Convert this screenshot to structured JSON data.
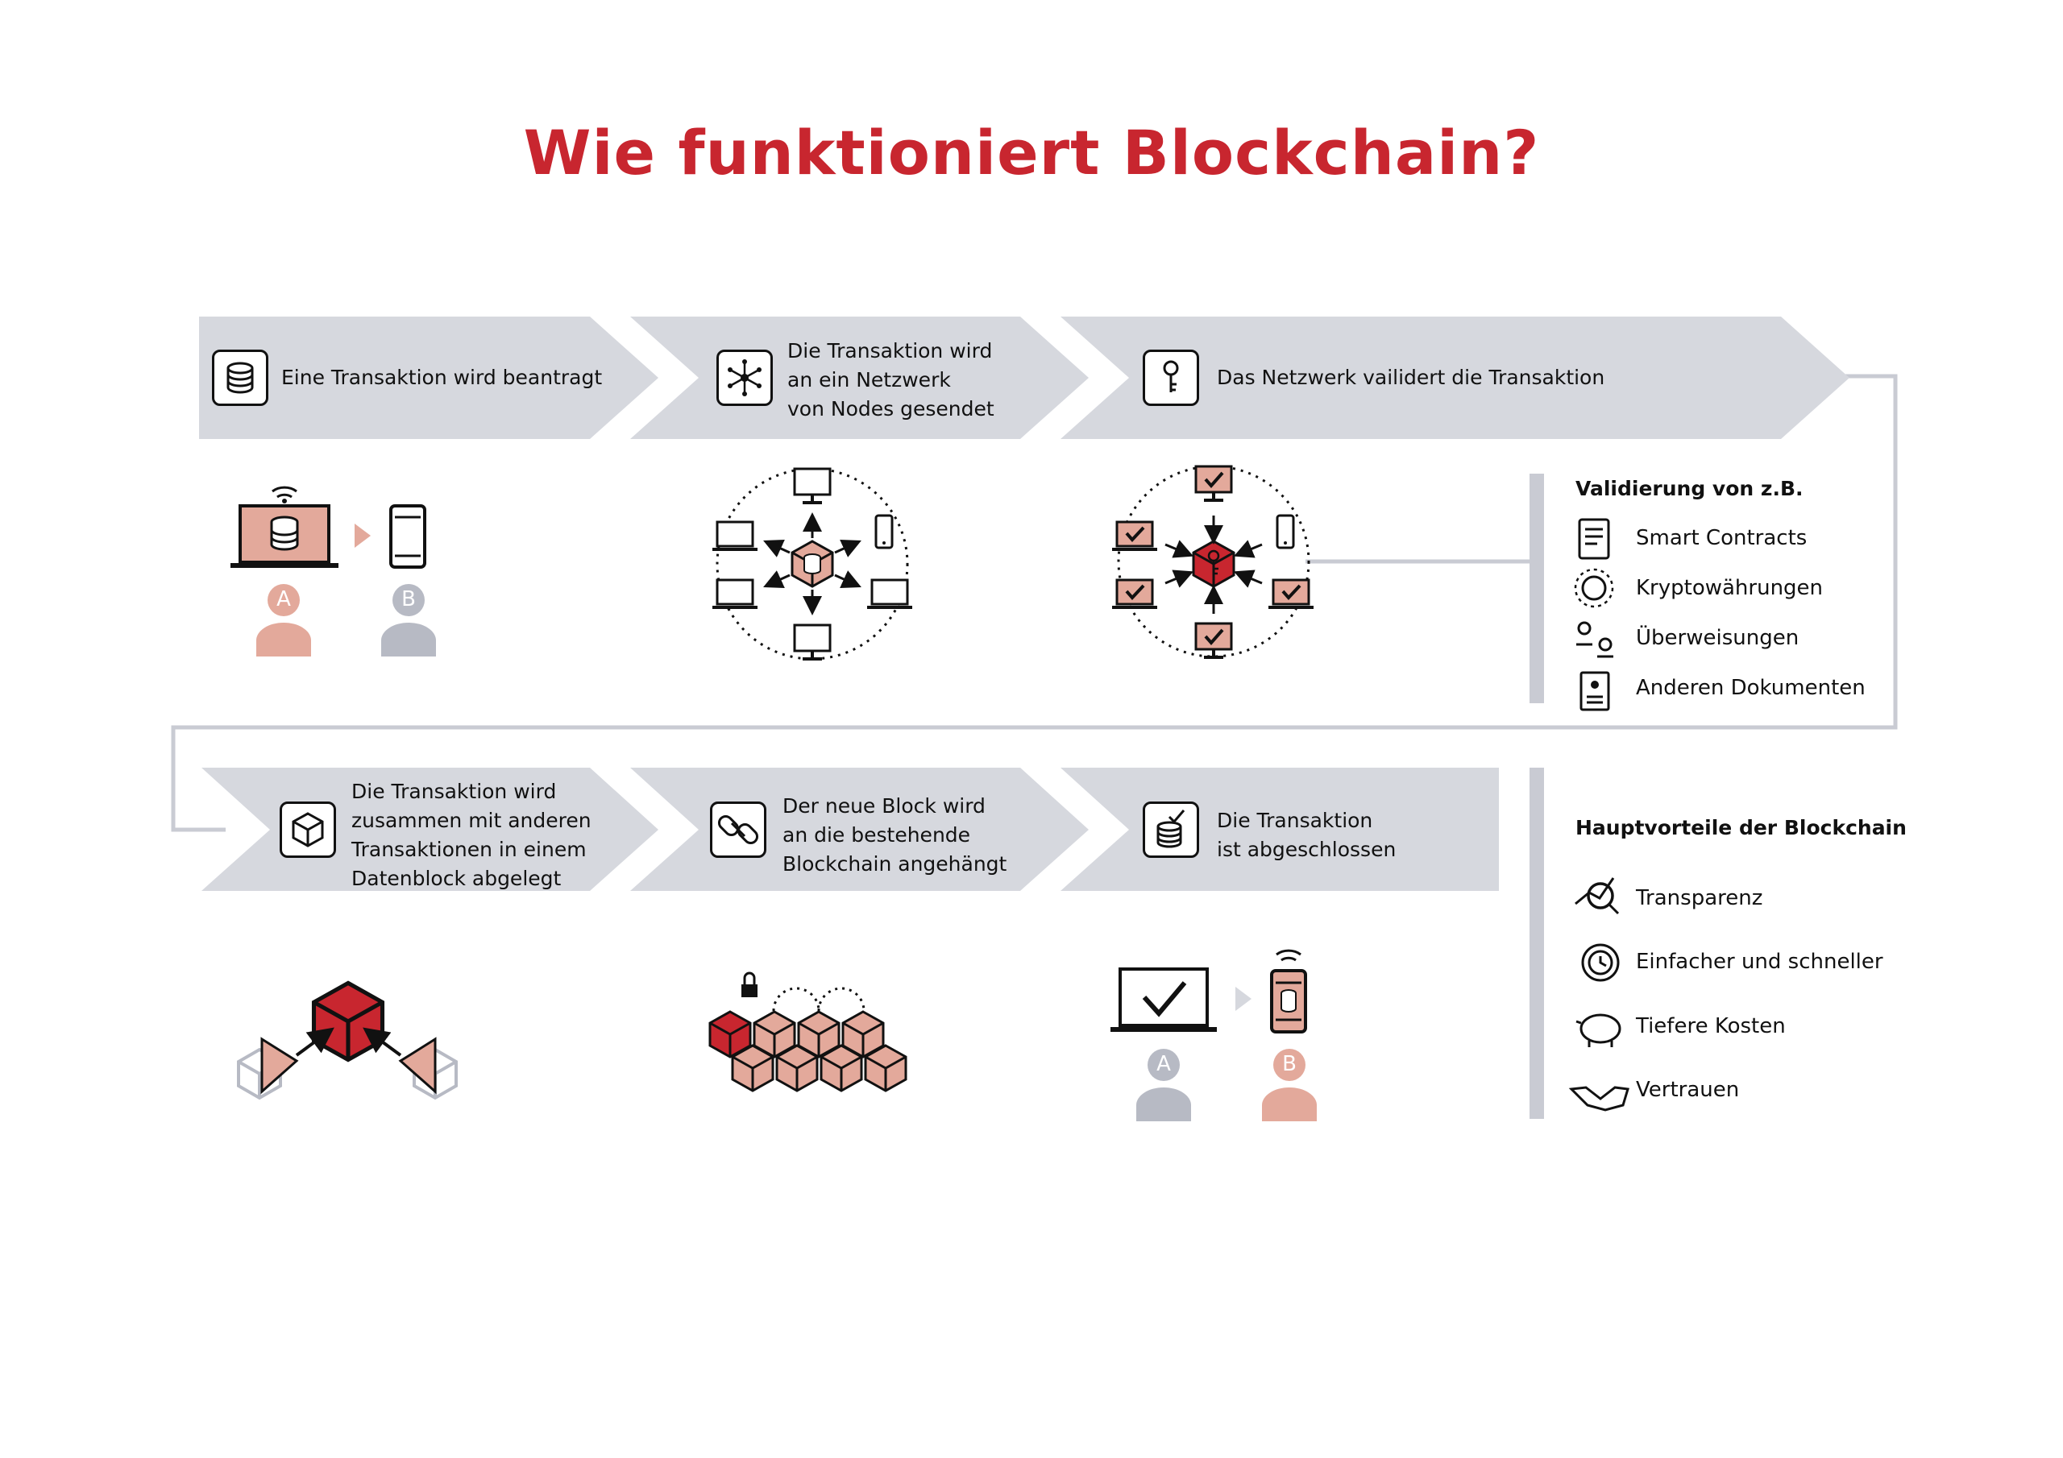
{
  "title": "Wie funktioniert Blockchain?",
  "steps": [
    {
      "text": "Eine Transaktion wird beantragt",
      "icon": "database-icon"
    },
    {
      "text": "Die Transaktion wird\nan ein Netzwerk\nvon Nodes gesendet",
      "icon": "network-icon"
    },
    {
      "text": "Das Netzwerk vailidert die Transaktion",
      "icon": "key-icon"
    },
    {
      "text": "Die Transaktion wird\nzusammen mit anderen\nTransaktionen in einem\nDatenblock abgelegt",
      "icon": "cube-icon"
    },
    {
      "text": "Der neue Block wird\nan die bestehende\nBlockchain angehängt",
      "icon": "chain-link-icon"
    },
    {
      "text": "Die Transaktion\nist abgeschlossen",
      "icon": "database-check-icon"
    }
  ],
  "validation_panel": {
    "title": "Validierung von z.B.",
    "items": [
      {
        "label": "Smart Contracts",
        "icon": "contract-icon"
      },
      {
        "label": "Kryptowährungen",
        "icon": "crypto-icon"
      },
      {
        "label": "Überweisungen",
        "icon": "transfer-icon"
      },
      {
        "label": "Anderen Dokumenten",
        "icon": "document-icon"
      }
    ]
  },
  "benefits_panel": {
    "title": "Hauptvorteile der Blockchain",
    "items": [
      {
        "label": "Transparenz",
        "icon": "magnifier-icon"
      },
      {
        "label": "Einfacher und schneller",
        "icon": "clock-icon"
      },
      {
        "label": "Tiefere Kosten",
        "icon": "piggy-bank-icon"
      },
      {
        "label": "Vertrauen",
        "icon": "handshake-icon"
      }
    ]
  },
  "persons": {
    "sender": "A",
    "receiver": "B"
  },
  "colors": {
    "accent_red": "#c8262f",
    "salmon": "#e3a99b",
    "grey_band": "#d6d8de",
    "grey_person": "#b7bac4",
    "line_grey": "#c9cbd3"
  }
}
